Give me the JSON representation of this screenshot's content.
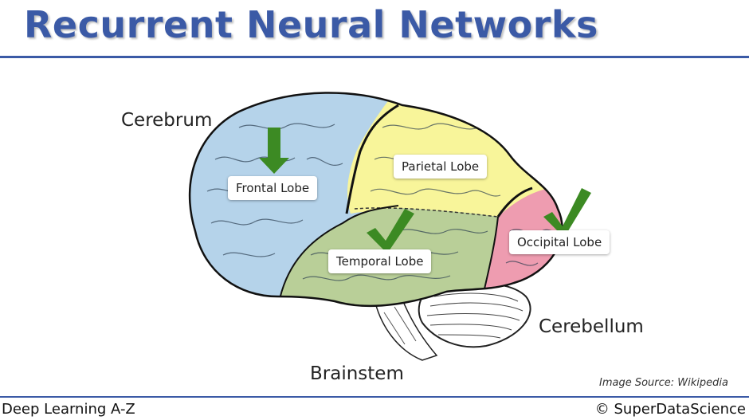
{
  "slide": {
    "title": "Recurrent Neural Networks",
    "footer_left": "Deep Learning A-Z",
    "footer_right": "© SuperDataScience",
    "image_source": "Image Source: Wikipedia"
  },
  "diagram": {
    "labels": {
      "cerebrum": "Cerebrum",
      "cerebellum": "Cerebellum",
      "brainstem": "Brainstem"
    },
    "lobes": {
      "frontal": "Frontal Lobe",
      "parietal": "Parietal Lobe",
      "temporal": "Temporal Lobe",
      "occipital": "Occipital Lobe"
    },
    "colors": {
      "frontal": "#b5d3ea",
      "parietal": "#f8f59a",
      "temporal": "#b9cf98",
      "occipital": "#ee9cb0",
      "marker": "#3c8a23",
      "accent": "#3b5aa6"
    }
  }
}
